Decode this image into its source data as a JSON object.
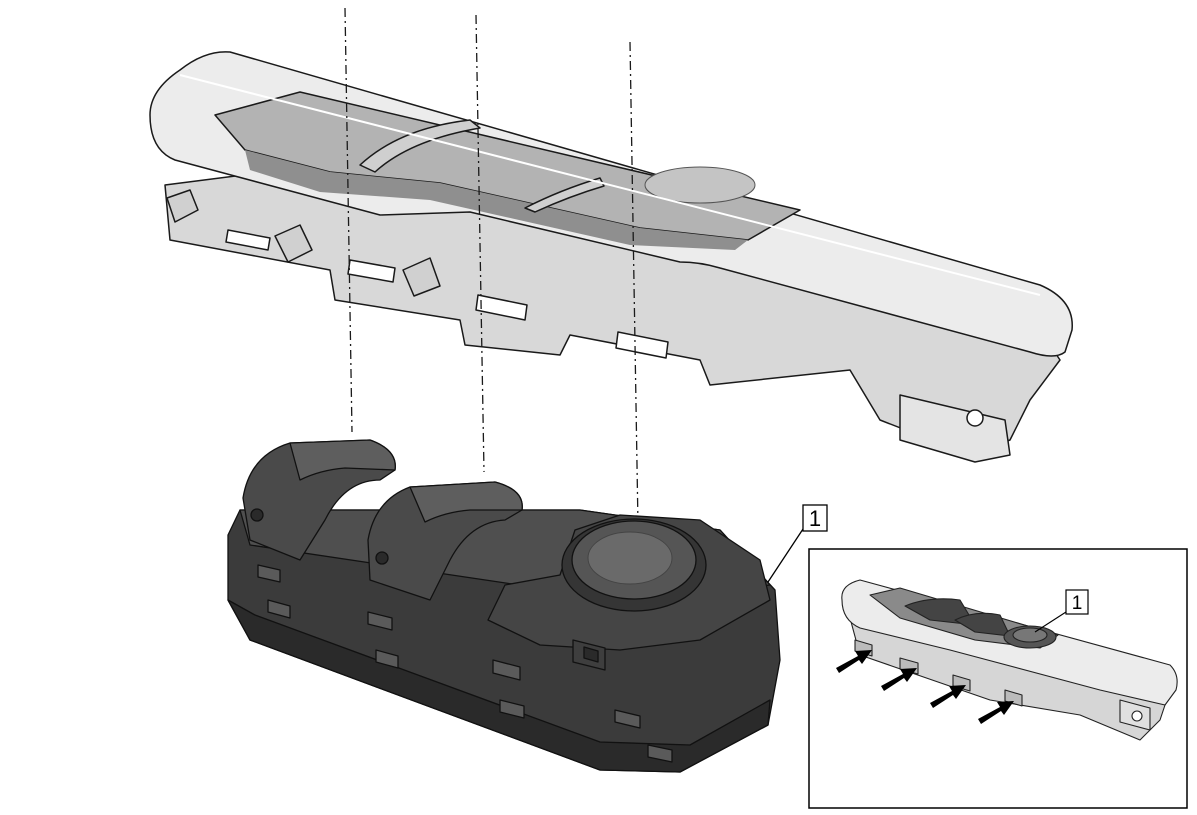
{
  "callouts": {
    "main_label": "1",
    "inset_label": "1"
  },
  "parts": [
    {
      "id": "1",
      "name": "window-switch-assembly"
    }
  ],
  "colors": {
    "trim_fill": "#e9e9e9",
    "trim_shadow": "#bdbdbd",
    "switch_fill": "#3b3b3b",
    "switch_dark": "#262626",
    "switch_light": "#5a5a5a",
    "outline": "#1a1a1a"
  },
  "icons": [
    "arrow-icon",
    "arrow-icon",
    "arrow-icon",
    "arrow-icon"
  ]
}
